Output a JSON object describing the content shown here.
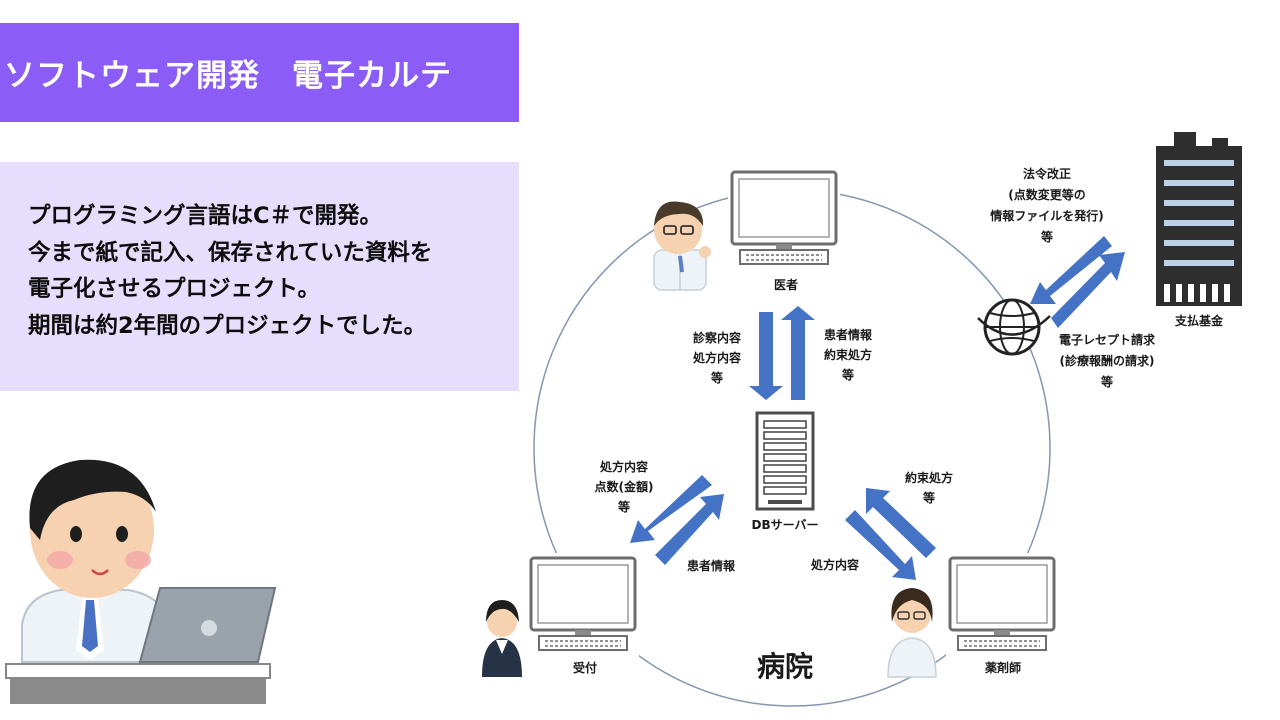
{
  "header": {
    "title": "ソフトウェア開発　電子カルテ"
  },
  "description": {
    "lines": [
      "プログラミング言語はC＃で開発。",
      "今まで紙で記入、保存されていた資料を",
      "電子化させるプロジェクト。",
      "期間は約2年間のプロジェクトでした。"
    ]
  },
  "diagram": {
    "nodes": {
      "doctor": "医者",
      "reception": "受付",
      "pharmacist": "薬剤師",
      "db_server": "DBサーバー",
      "payment_fund": "支払基金"
    },
    "hospital_label": "病院",
    "flows": {
      "doctor_to_db": [
        "診察内容",
        "処方内容",
        "等"
      ],
      "db_to_doctor": [
        "患者情報",
        "約束処方",
        "等"
      ],
      "db_to_reception": [
        "処方内容",
        "点数(金額)",
        "等"
      ],
      "reception_to_db": [
        "患者情報"
      ],
      "db_to_pharmacist": [
        "処方内容"
      ],
      "pharmacist_to_db": [
        "約束処方",
        "等"
      ],
      "fund_to_hospital": [
        "法令改正",
        "(点数変更等の",
        "情報ファイルを発行)",
        "等"
      ],
      "hospital_to_fund": [
        "電子レセプト請求",
        "(診療報酬の請求)",
        "等"
      ]
    },
    "colors": {
      "arrow": "#4472c4",
      "circle": "#8496b0",
      "title_bg": "#8b5cf6",
      "desc_bg": "#e7defd"
    }
  }
}
